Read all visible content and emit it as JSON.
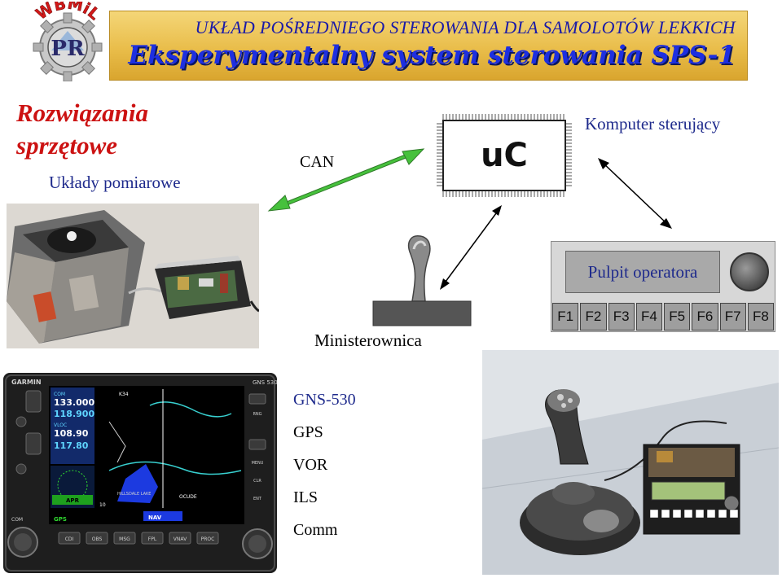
{
  "header": {
    "line1": "UKŁAD POŚREDNIEGO STEROWANIA DLA SAMOLOTÓW LEKKICH",
    "line2": "Eksperymentalny system sterowania SPS-1",
    "logo_text": "WBMiL",
    "logo_letters": "PR"
  },
  "section": {
    "title_line1": "Rozwiązania",
    "title_line2": "sprzętowe",
    "measurement_label": "Układy pomiarowe"
  },
  "diagram": {
    "can_label": "CAN",
    "chip_label": "uC",
    "computer_label": "Komputer sterujący",
    "ministerownica_label": "Ministerownica",
    "pulpit_label": "Pulpit operatora",
    "function_keys": [
      "F1",
      "F2",
      "F3",
      "F4",
      "F5",
      "F6",
      "F7",
      "F8"
    ]
  },
  "gns": {
    "items": [
      "GNS-530",
      "GPS",
      "VOR",
      "ILS",
      "Comm"
    ],
    "device": {
      "brand": "GARMIN",
      "model": "GNS 530",
      "com_label": "COM",
      "com_active": "133.000",
      "com_standby": "118.900",
      "vloc_label": "VLOC",
      "vloc_active": "108.90",
      "vloc_standby": "117.80",
      "apr": "APR",
      "gps": "GPS",
      "nav": "NAV",
      "buttons": [
        "CDI",
        "OBS",
        "MSG",
        "FPL",
        "VNAV",
        "PROC"
      ],
      "side_buttons": [
        "RNG",
        "MENU",
        "CLR",
        "ENT"
      ],
      "map_labels": [
        "K34",
        "HILLSDALE LAKE",
        "OCUDE",
        "10"
      ]
    }
  },
  "colors": {
    "title_red": "#cc1212",
    "label_blue": "#1e2a8c",
    "can_arrow_green": "#3cb034",
    "banner_gold": "#e9bd4a"
  }
}
